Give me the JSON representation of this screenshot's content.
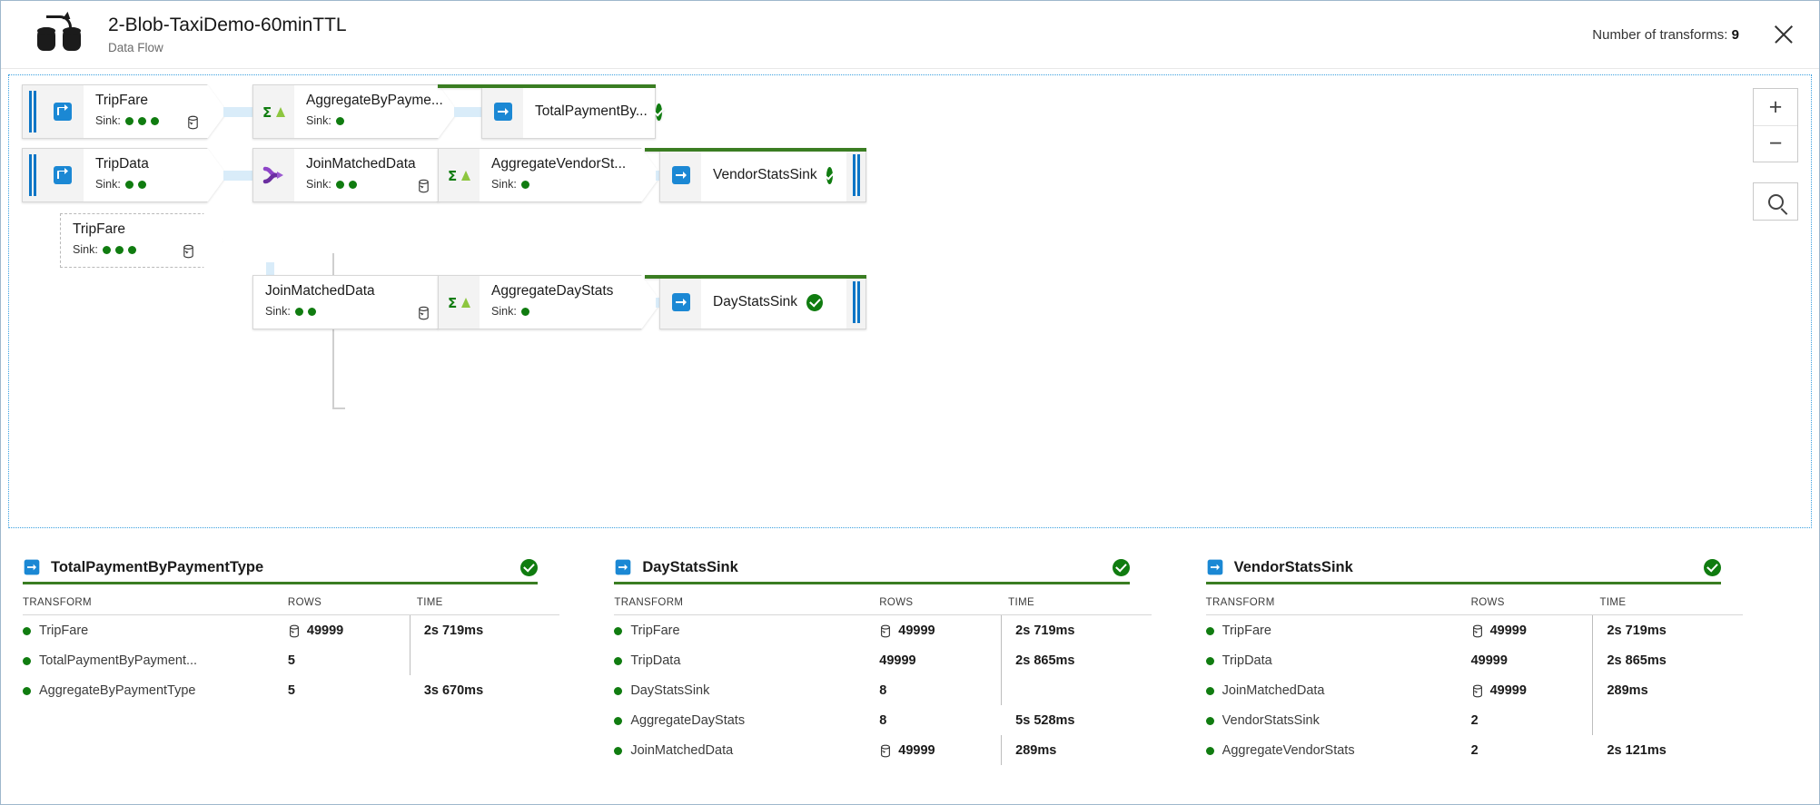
{
  "header": {
    "icon": "data-flow-icon",
    "title": "2-Blob-TaxiDemo-60minTTL",
    "subtitle": "Data Flow",
    "transform_count_label": "Number of transforms:",
    "transform_count_value": "9",
    "close_icon": "close-icon"
  },
  "canvas": {
    "zoom_in": "+",
    "zoom_out": "−",
    "zoom_fit_icon": "zoom-to-fit-icon",
    "rows": [
      {
        "id": "row-trip-fare",
        "nodes": [
          {
            "name": "TripFare",
            "type": "source",
            "sink_label": "Sink:",
            "sink_dots": 3,
            "has_db_icon": true,
            "rail": "left"
          },
          {
            "name": "AggregateByPayme...",
            "type": "aggregate",
            "sink_label": "Sink:",
            "sink_dots": 1,
            "has_db_icon": false
          },
          {
            "name": "TotalPaymentBy...",
            "type": "sink",
            "status": "success",
            "green_top": true
          }
        ]
      },
      {
        "id": "row-trip-data",
        "nodes": [
          {
            "name": "TripData",
            "type": "source",
            "sink_label": "Sink:",
            "sink_dots": 2,
            "has_db_icon": false,
            "rail": "left"
          },
          {
            "name": "JoinMatchedData",
            "type": "join",
            "sink_label": "Sink:",
            "sink_dots": 2,
            "has_db_icon": true
          },
          {
            "name": "AggregateVendorSt...",
            "type": "aggregate",
            "sink_label": "Sink:",
            "sink_dots": 1,
            "has_db_icon": false
          },
          {
            "name": "VendorStatsSink",
            "type": "sink",
            "status": "success",
            "green_top": true,
            "rail": "right"
          }
        ]
      },
      {
        "id": "row-trip-fare-ref",
        "nodes": [
          {
            "name": "TripFare",
            "type": "reference",
            "sink_label": "Sink:",
            "sink_dots": 3,
            "has_db_icon": true,
            "dashed": true
          }
        ]
      },
      {
        "id": "row-day-stats",
        "nodes": [
          {
            "name": "JoinMatchedData",
            "type": "join",
            "sink_label": "Sink:",
            "sink_dots": 2,
            "has_db_icon": true
          },
          {
            "name": "AggregateDayStats",
            "type": "aggregate",
            "sink_label": "Sink:",
            "sink_dots": 1,
            "has_db_icon": false
          },
          {
            "name": "DayStatsSink",
            "type": "sink",
            "status": "success",
            "green_top": true,
            "rail": "right"
          }
        ]
      }
    ]
  },
  "panels": {
    "columns": [
      "TRANSFORM",
      "ROWS",
      "TIME"
    ],
    "items": [
      {
        "title": "TotalPaymentByPaymentType",
        "status": "success",
        "rows": [
          {
            "transform": "TripFare",
            "rows": "49999",
            "has_db_icon": true,
            "time": "2s 719ms",
            "bracket": "short"
          },
          {
            "transform": "TotalPaymentByPayment...",
            "rows": "5",
            "has_db_icon": false,
            "time": "",
            "bracket": "tall"
          },
          {
            "transform": "AggregateByPaymentType",
            "rows": "5",
            "has_db_icon": false,
            "time": "3s 670ms",
            "bracket": "none"
          }
        ]
      },
      {
        "title": "DayStatsSink",
        "status": "success",
        "rows": [
          {
            "transform": "TripFare",
            "rows": "49999",
            "has_db_icon": true,
            "time": "2s 719ms",
            "bracket": "short"
          },
          {
            "transform": "TripData",
            "rows": "49999",
            "has_db_icon": false,
            "time": "2s 865ms",
            "bracket": "short"
          },
          {
            "transform": "DayStatsSink",
            "rows": "8",
            "has_db_icon": false,
            "time": "",
            "bracket": "tall"
          },
          {
            "transform": "AggregateDayStats",
            "rows": "8",
            "has_db_icon": false,
            "time": "5s 528ms",
            "bracket": "none"
          },
          {
            "transform": "JoinMatchedData",
            "rows": "49999",
            "has_db_icon": true,
            "time": "289ms",
            "bracket": "short"
          }
        ]
      },
      {
        "title": "VendorStatsSink",
        "status": "success",
        "rows": [
          {
            "transform": "TripFare",
            "rows": "49999",
            "has_db_icon": true,
            "time": "2s 719ms",
            "bracket": "short"
          },
          {
            "transform": "TripData",
            "rows": "49999",
            "has_db_icon": false,
            "time": "2s 865ms",
            "bracket": "short"
          },
          {
            "transform": "JoinMatchedData",
            "rows": "49999",
            "has_db_icon": true,
            "time": "289ms",
            "bracket": "short"
          },
          {
            "transform": "VendorStatsSink",
            "rows": "2",
            "has_db_icon": false,
            "time": "",
            "bracket": "tall"
          },
          {
            "transform": "AggregateVendorStats",
            "rows": "2",
            "has_db_icon": false,
            "time": "2s 121ms",
            "bracket": "none"
          }
        ]
      }
    ]
  },
  "colors": {
    "accent_blue": "#0c75c6",
    "success_green": "#107c10",
    "bar_green": "#3a7d22",
    "canvas_border": "#3aa0e0"
  }
}
